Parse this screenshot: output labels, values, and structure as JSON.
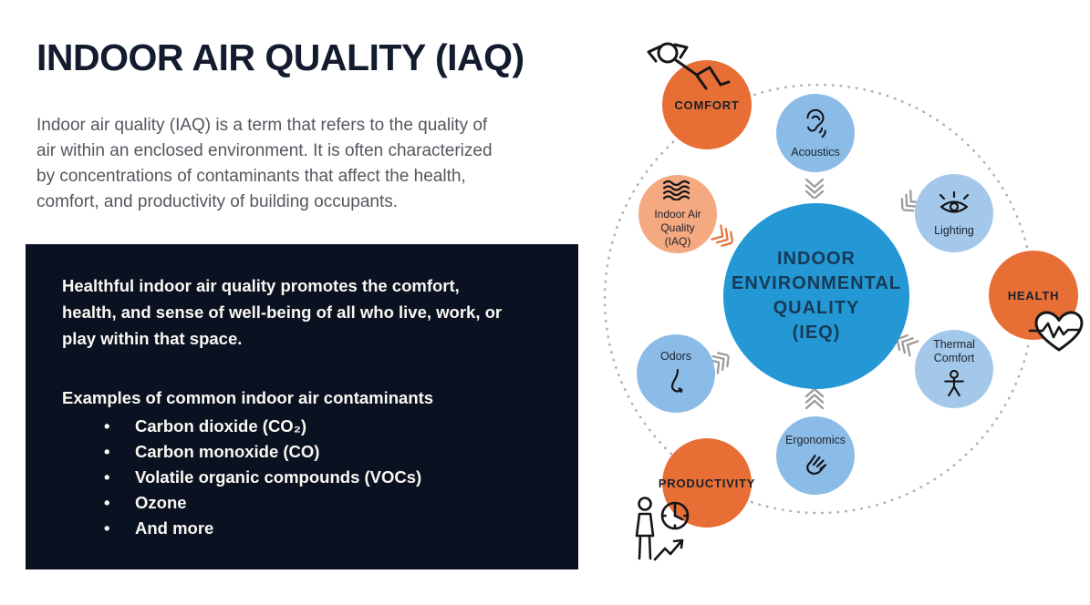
{
  "slide": {
    "title": "INDOOR AIR QUALITY (IAQ)",
    "intro_lines": [
      "Indoor air quality (IAQ) is a term that refers to the quality of",
      "air within an enclosed environment. It is often characterized",
      "by concentrations of contaminants that affect the health,",
      "comfort, and productivity of building occupants."
    ]
  },
  "panel": {
    "statement_lines": [
      "Healthful indoor air quality promotes the comfort,",
      "health, and sense of well-being of all who live, work, or",
      "play within that space."
    ],
    "examples_heading": "Examples of common indoor air contaminants",
    "bullets": [
      "Carbon dioxide (CO₂)",
      "Carbon monoxide (CO)",
      "Volatile organic compounds (VOCs)",
      "Ozone",
      "And more"
    ]
  },
  "diagram": {
    "center": {
      "lines": [
        "INDOOR",
        "ENVIRONMENTAL",
        "QUALITY",
        "(IEQ)"
      ]
    },
    "satellites": [
      {
        "id": "acoustics",
        "label": "Acoustics",
        "icon": "ear-icon"
      },
      {
        "id": "lighting",
        "label": "Lighting",
        "icon": "eye-icon"
      },
      {
        "id": "thermal-comfort",
        "lines": [
          "Thermal",
          "Comfort"
        ],
        "icon": "standing-person-icon"
      },
      {
        "id": "ergonomics",
        "label": "Ergonomics",
        "icon": "hand-icon"
      },
      {
        "id": "odors",
        "label": "Odors",
        "icon": "nose-icon"
      },
      {
        "id": "iaq",
        "lines": [
          "Indoor Air",
          "Quality",
          "(IAQ)"
        ],
        "icon": "air-waves-icon"
      }
    ],
    "outcomes": [
      {
        "id": "comfort",
        "label": "COMFORT",
        "icon": "relaxing-person-icon"
      },
      {
        "id": "health",
        "label": "HEALTH",
        "icon": "heart-pulse-icon"
      },
      {
        "id": "productivity",
        "label": "PRODUCTIVITY",
        "icon": "person-clock-growth-icon"
      }
    ],
    "colors": {
      "center_blue": "#2398d5",
      "satellite_blue": "#8bbce7",
      "satellite_blue_light": "#a3c8ea",
      "outcome_orange": "#e76f36",
      "iaq_peach": "#f4a981",
      "panel_navy": "#0a1120",
      "chevron_gray": "#9b9b9b",
      "chevron_orange": "#e7743c",
      "dotted_ring_gray": "#b1b1b1"
    }
  }
}
